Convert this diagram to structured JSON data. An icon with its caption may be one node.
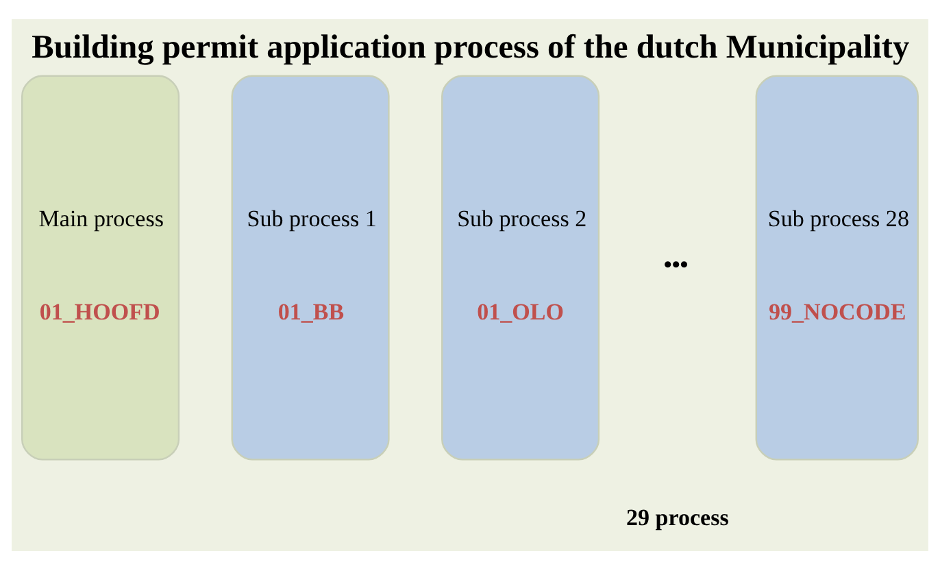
{
  "diagram": {
    "title": "Building permit application process of the dutch Municipality",
    "nodes": [
      {
        "text": [
          "Main process",
          "01_HOOFD"
        ]
      },
      {
        "text": [
          "Sub process 1",
          "01_BB"
        ]
      },
      {
        "text": [
          "Sub process 2",
          "01_OLO"
        ]
      },
      {
        "text": [
          "Sub process 28",
          "99_NOCODE"
        ]
      }
    ],
    "edges": [],
    "labels": [
      "•••",
      "29 process"
    ]
  }
}
